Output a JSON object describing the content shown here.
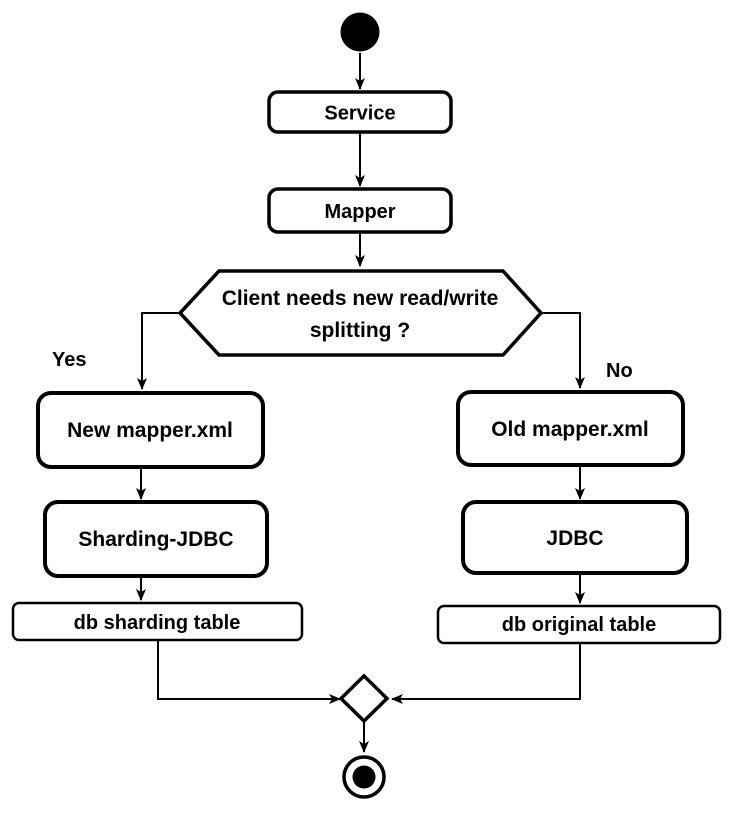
{
  "diagram": {
    "colors": {
      "ink": "#000000",
      "paper": "#ffffff"
    },
    "nodes": {
      "service": "Service",
      "mapper": "Mapper",
      "decision_line1": "Client needs new read/write",
      "decision_line2": "splitting ?",
      "new_mapper": "New mapper.xml",
      "sharding_jdbc": "Sharding-JDBC",
      "db_sharding_table": "db sharding table",
      "old_mapper": "Old mapper.xml",
      "jdbc": "JDBC",
      "db_original_table": "db original table"
    },
    "edge_labels": {
      "yes": "Yes",
      "no": "No"
    }
  }
}
